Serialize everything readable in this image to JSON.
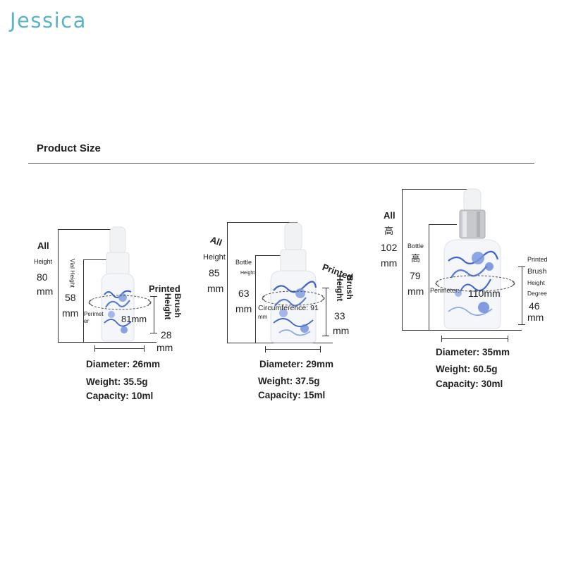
{
  "brand": {
    "name": "Jessica",
    "color": "#5ab4c6"
  },
  "section": {
    "title": "Product Size"
  },
  "bottles": [
    {
      "all_label": "All",
      "all_height_word": "Height",
      "all_value": "80",
      "all_unit": "mm",
      "vial_label": "Vial Height",
      "vial_value": "58",
      "vial_unit": "mm",
      "perimeter_label_1": "Perimet",
      "perimeter_label_2": "er",
      "perimeter_value": "81mm",
      "brush_label": "Printed",
      "brush_label_2": "Brush",
      "brush_label_3": "Height",
      "brush_value": "28",
      "brush_unit": "mm",
      "diameter": "Diameter: 26mm",
      "weight": "Weight: 35.5g",
      "capacity": "Capacity: 10ml"
    },
    {
      "all_label": "All",
      "all_height_word": "Height",
      "all_value": "85",
      "all_unit": "mm",
      "bottle_label": "Bottle",
      "bottle_height_word": "Height",
      "bottle_value": "63",
      "bottle_unit": "mm",
      "circumference_label": "Circumference: 91",
      "circumference_unit": "mm",
      "brush_label": "Printed",
      "brush_label_2": "Brush",
      "brush_label_3": "Height",
      "brush_value": "33",
      "brush_unit": "mm",
      "diameter": "Diameter: 29mm",
      "weight": "Weight: 37.5g",
      "capacity": "Capacity: 15ml"
    },
    {
      "all_label": "All",
      "all_chinese": "高",
      "all_value": "102",
      "all_unit": "mm",
      "bottle_label": "Bottle",
      "bottle_chinese": "高",
      "bottle_value": "79",
      "bottle_unit": "mm",
      "perimeter_label": "Perimeter:",
      "perimeter_value": "110mm",
      "brush_label": "Printed",
      "brush_label_2": "Brush",
      "brush_label_3": "Height",
      "brush_label_4": "Degree",
      "brush_value": "46",
      "brush_unit": "mm",
      "diameter": "Diameter: 35mm",
      "weight": "Weight: 60.5g",
      "capacity": "Capacity: 30ml"
    }
  ],
  "colors": {
    "glaze": "#f4f6f9",
    "ink": "#3b63c9",
    "ink_light": "#8fa8e6",
    "cap_silver": "#c7c9cd",
    "line": "#333333"
  }
}
